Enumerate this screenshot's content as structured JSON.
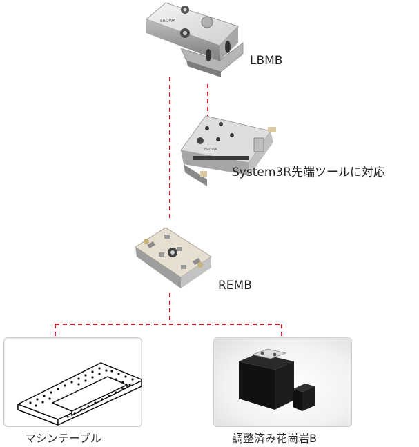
{
  "products": {
    "lbmb": {
      "label": "LBMB"
    },
    "system3r": {
      "label": "System3R先端ツールに対応"
    },
    "remb": {
      "label": "REMB"
    },
    "machine_table": {
      "label": "マシンテーブル"
    },
    "granite_block": {
      "label": "調整済み花崗岩B"
    }
  },
  "colors": {
    "connector_line": "#d4202a",
    "metal_light": "#e8e8e8",
    "metal_mid": "#c9c9c9",
    "metal_dark": "#8f8f8f",
    "granite": "#141414"
  }
}
